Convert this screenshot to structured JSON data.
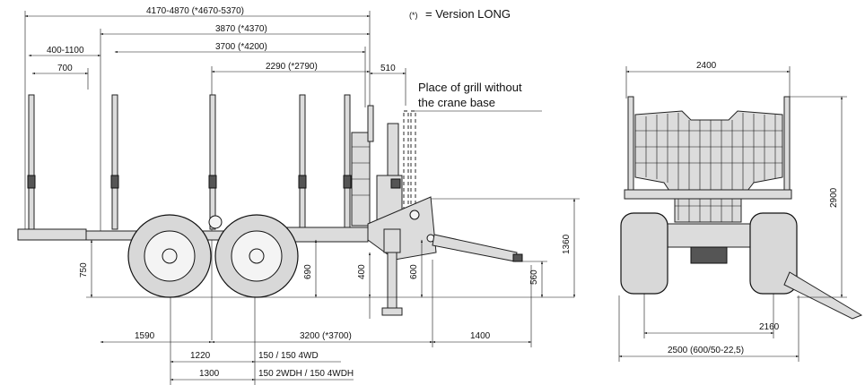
{
  "legend_note": {
    "marker": "(*)",
    "text": "= Version LONG"
  },
  "side_view": {
    "dims": {
      "total_length": "4170-4870 (*4670-5370)",
      "len_3870": "3870 (*4370)",
      "len_3700": "3700 (*4200)",
      "len_400_1100": "400-1100",
      "len_700": "700",
      "len_2290": "2290 (*2790)",
      "len_510": "510",
      "h_750": "750",
      "h_690": "690",
      "h_400": "400",
      "h_600": "600",
      "h_1360": "1360",
      "h_560": "560",
      "b_1590": "1590",
      "b_3200": "3200 (*3700)",
      "b_1400": "1400",
      "b_1220": "1220",
      "b_1300": "1300",
      "tyre_4wd": "150 / 150 4WD",
      "tyre_4wdh": "150 2WDH / 150 4WDH"
    },
    "grill_note_line1": "Place of grill without",
    "grill_note_line2": "the crane base"
  },
  "rear_view": {
    "dims": {
      "width_top": "2400",
      "height": "2900",
      "track": "2160",
      "width_bottom": "2500 (600/50-22,5)"
    }
  }
}
